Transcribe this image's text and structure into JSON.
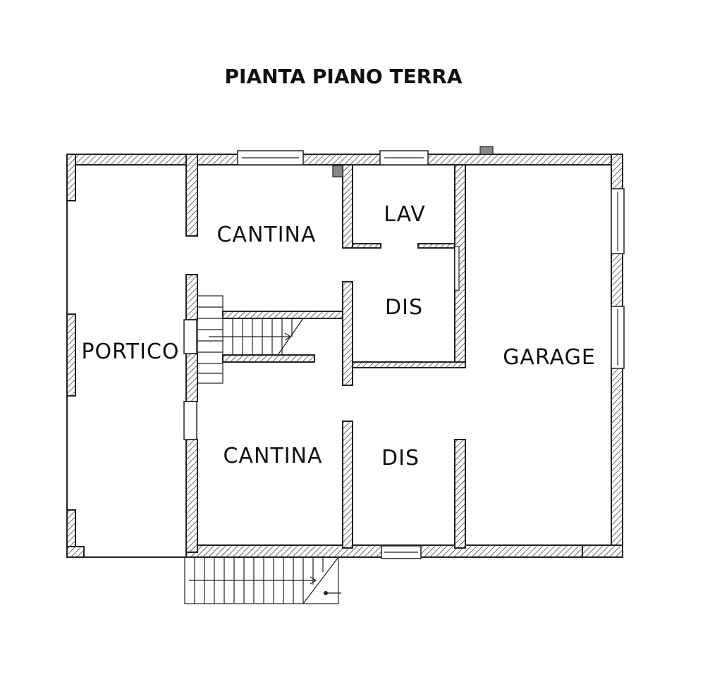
{
  "plan": {
    "title": "PIANTA PIANO TERRA",
    "rooms": {
      "portico": "PORTICO",
      "cantina_top": "CANTINA",
      "lav": "LAV",
      "dis_top": "DIS",
      "garage": "GARAGE",
      "cantina_bottom": "CANTINA",
      "dis_bottom": "DIS"
    }
  }
}
